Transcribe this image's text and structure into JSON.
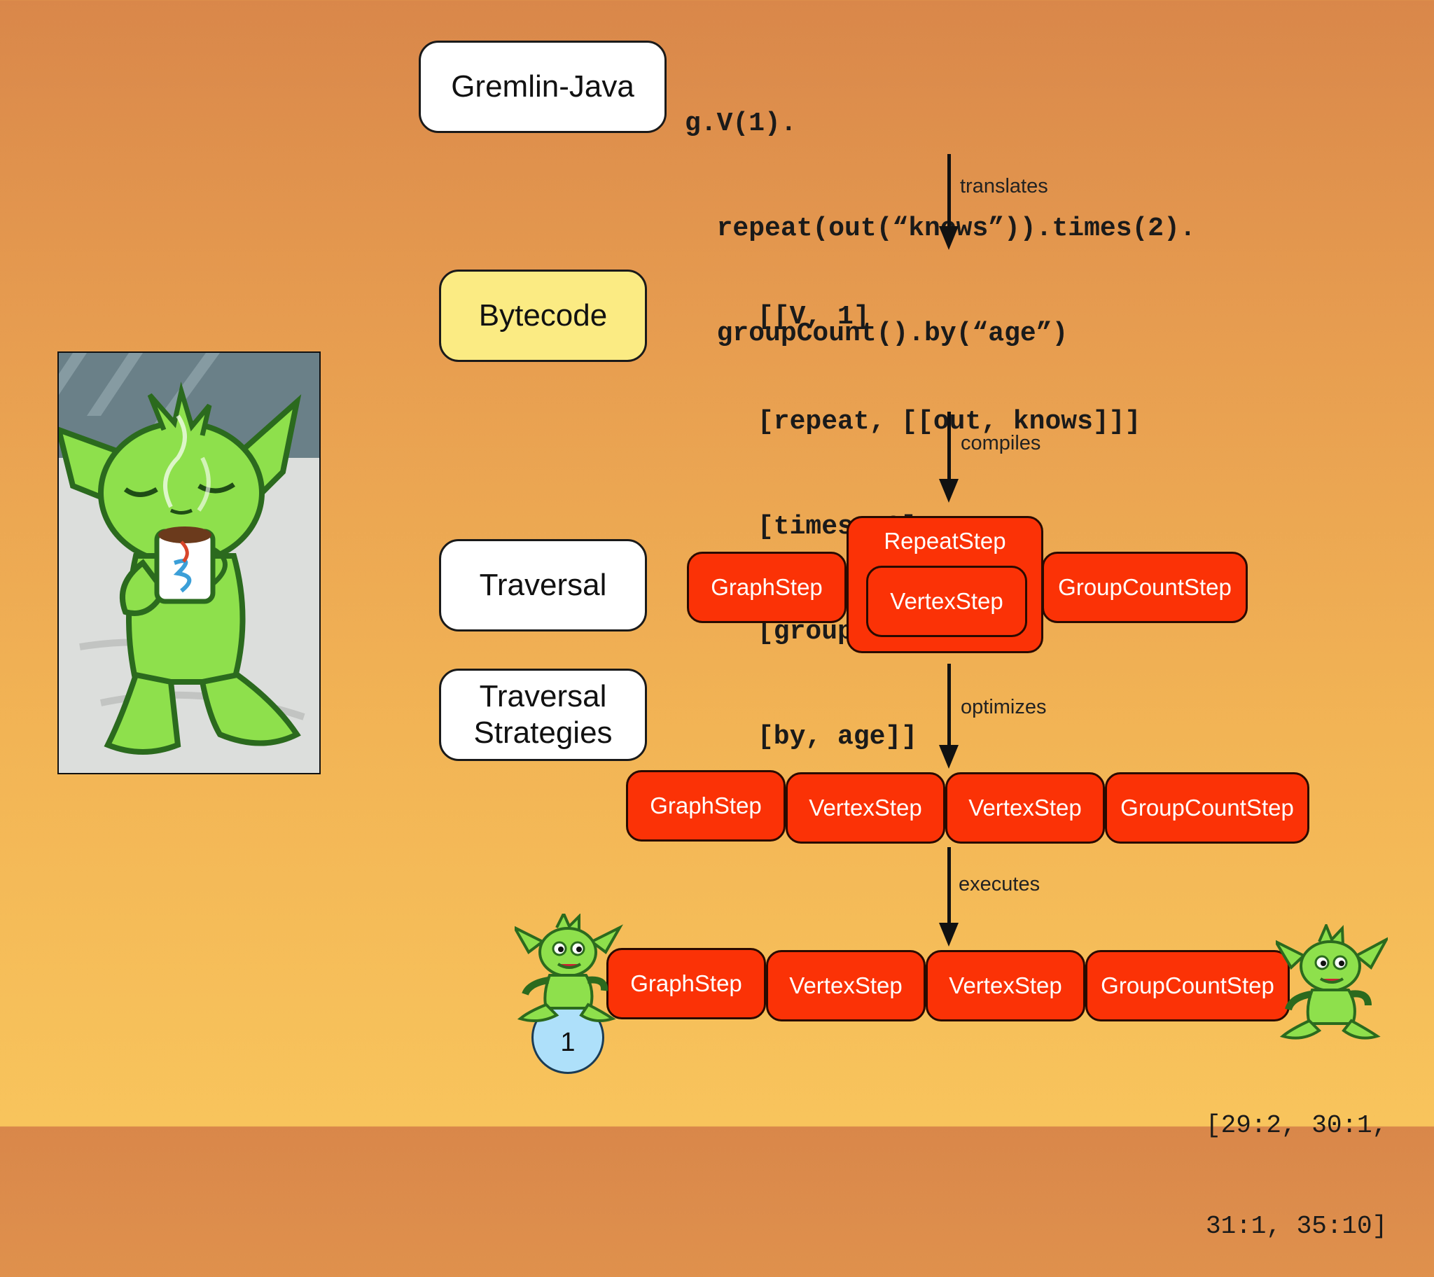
{
  "layers": {
    "gremlin_java": "Gremlin-Java",
    "bytecode": "Bytecode",
    "traversal": "Traversal",
    "strategies_line1": "Traversal",
    "strategies_line2": "Strategies"
  },
  "code": {
    "gremlin": [
      "g.V(1).",
      "  repeat(out(“knows”)).times(2).",
      "  groupCount().by(“age”)"
    ],
    "bytecode": [
      "[[V, 1]",
      "[repeat, [[out, knows]]]",
      "[times, 2]",
      "[groupCount]",
      "[by, age]]"
    ]
  },
  "arrows": {
    "translates": "translates",
    "compiles": "compiles",
    "optimizes": "optimizes",
    "executes": "executes"
  },
  "traversal_steps": {
    "graph": "GraphStep",
    "repeat": "RepeatStep",
    "vertex": "VertexStep",
    "group_count": "GroupCountStep"
  },
  "optimized_steps": [
    "GraphStep",
    "VertexStep",
    "VertexStep",
    "GroupCountStep"
  ],
  "executed_steps": [
    "GraphStep",
    "VertexStep",
    "VertexStep",
    "GroupCountStep"
  ],
  "input_value": "1",
  "result": [
    "[29:2, 30:1,",
    "31:1, 35:10]"
  ],
  "colors": {
    "step_fill": "#fb3206",
    "bytecode_fill": "#fbeb83",
    "gremlin_green": "#8ee04c",
    "input_ball": "#aee0fa"
  }
}
